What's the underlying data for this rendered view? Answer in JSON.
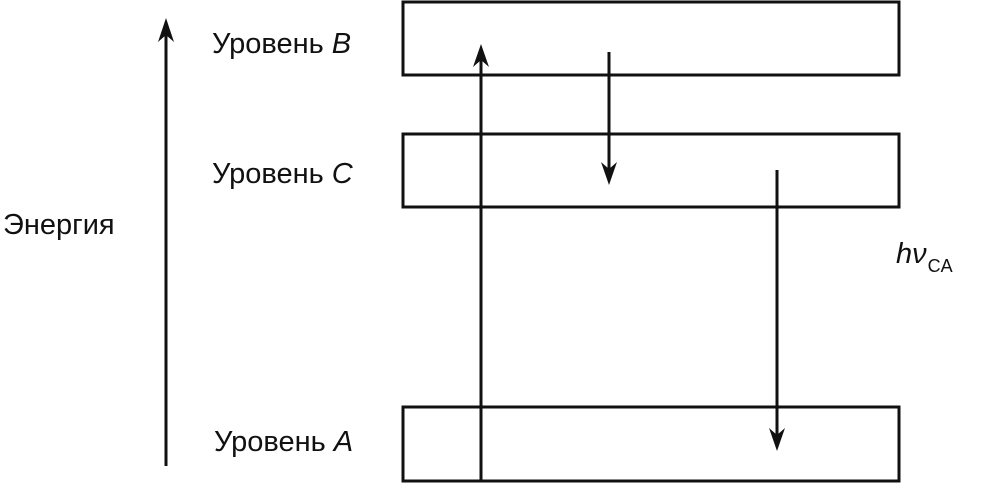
{
  "axis": {
    "label": "Энергия"
  },
  "levels": {
    "b": {
      "prefix": "Уровень",
      "letter": "B"
    },
    "c": {
      "prefix": "Уровень",
      "letter": "C"
    },
    "a": {
      "prefix": "Уровень",
      "letter": "A"
    }
  },
  "photon": {
    "main": "hν",
    "subscript": "CA"
  },
  "colors": {
    "ink": "#111111",
    "background": "#ffffff"
  }
}
